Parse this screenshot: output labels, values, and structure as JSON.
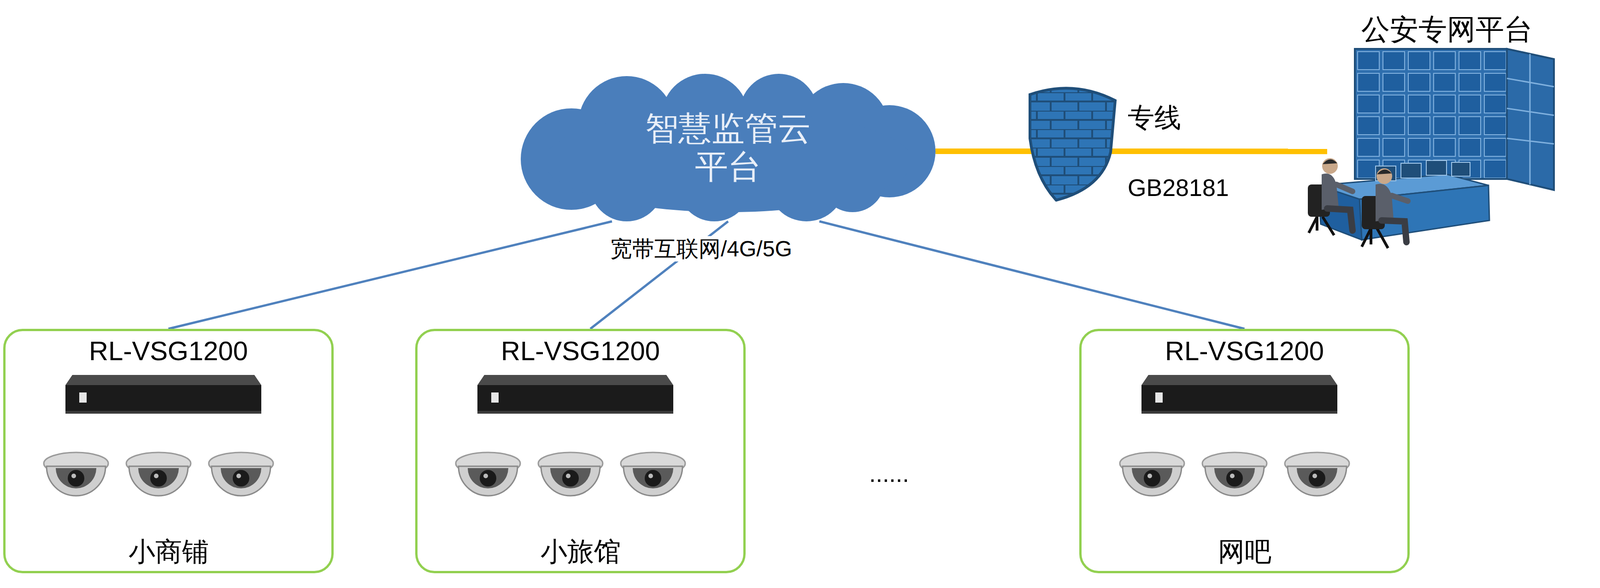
{
  "diagram": {
    "nodes": [
      {
        "text": [
          "智慧监管云 平台"
        ]
      },
      {
        "text": [
          "公安专网平台"
        ]
      },
      {
        "text": [
          "RL-VSG1200",
          "小商铺"
        ]
      },
      {
        "text": [
          "RL-VSG1200",
          "小旅馆"
        ]
      },
      {
        "text": [
          "RL-VSG1200",
          "网吧"
        ]
      }
    ],
    "edges": [
      {
        "from": 0,
        "to": 2,
        "arrow": "none"
      },
      {
        "from": 0,
        "to": 3,
        "arrow": "none"
      },
      {
        "from": 0,
        "to": 4,
        "arrow": "none"
      },
      {
        "from": 0,
        "to": 1,
        "arrow": "none"
      }
    ],
    "labels": [
      "专线",
      "GB28181",
      "宽带互联网/4G/5G",
      "......"
    ]
  }
}
